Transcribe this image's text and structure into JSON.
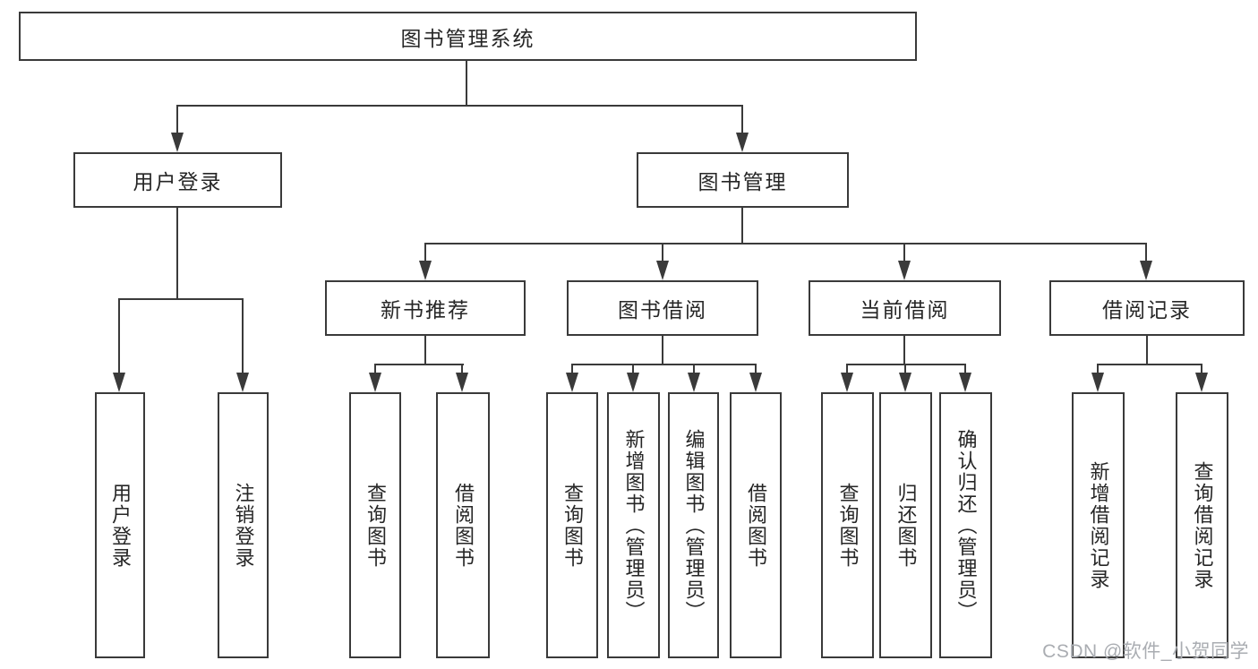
{
  "diagram": {
    "root": {
      "label": "图书管理系统"
    },
    "branches": [
      {
        "label": "用户登录",
        "children": [
          {
            "label": "用户登录"
          },
          {
            "label": "注销登录"
          }
        ]
      },
      {
        "label": "图书管理",
        "children": [
          {
            "label": "新书推荐",
            "children": [
              {
                "label": "查询图书"
              },
              {
                "label": "借阅图书"
              }
            ]
          },
          {
            "label": "图书借阅",
            "children": [
              {
                "label": "查询图书"
              },
              {
                "label": "新增图书（管理员）"
              },
              {
                "label": "编辑图书（管理员）"
              },
              {
                "label": "借阅图书"
              }
            ]
          },
          {
            "label": "当前借阅",
            "children": [
              {
                "label": "查询图书"
              },
              {
                "label": "归还图书"
              },
              {
                "label": "确认归还（管理员）"
              }
            ]
          },
          {
            "label": "借阅记录",
            "children": [
              {
                "label": "新增借阅记录"
              },
              {
                "label": "查询借阅记录"
              }
            ]
          }
        ]
      }
    ]
  },
  "watermark": {
    "text": "CSDN @软件_小贺同学"
  },
  "colors": {
    "line": "#3a3a3a",
    "text": "#262626",
    "watermark": "#aaadb2",
    "background": "#ffffff"
  }
}
